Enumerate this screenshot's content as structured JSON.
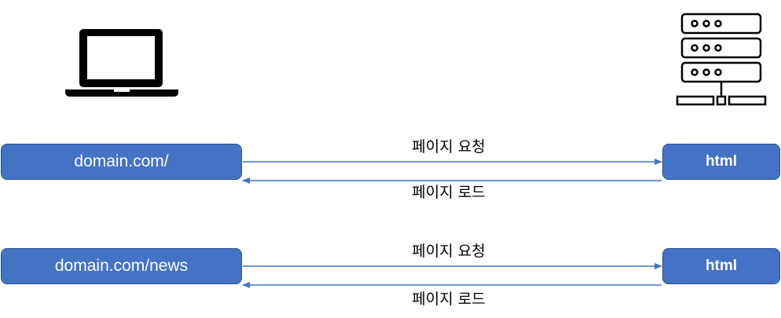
{
  "icons": {
    "client": "laptop-icon",
    "server": "server-icon"
  },
  "colors": {
    "box_fill": "#4472c4",
    "box_border": "#2f528f",
    "arrow": "#4472c4",
    "icon": "#000000"
  },
  "rows": [
    {
      "client_url": "domain.com/",
      "request_label": "페이지 요청",
      "server_label": "html",
      "response_label": "페이지 로드"
    },
    {
      "client_url": "domain.com/news",
      "request_label": "페이지 요청",
      "server_label": "html",
      "response_label": "페이지 로드"
    }
  ]
}
